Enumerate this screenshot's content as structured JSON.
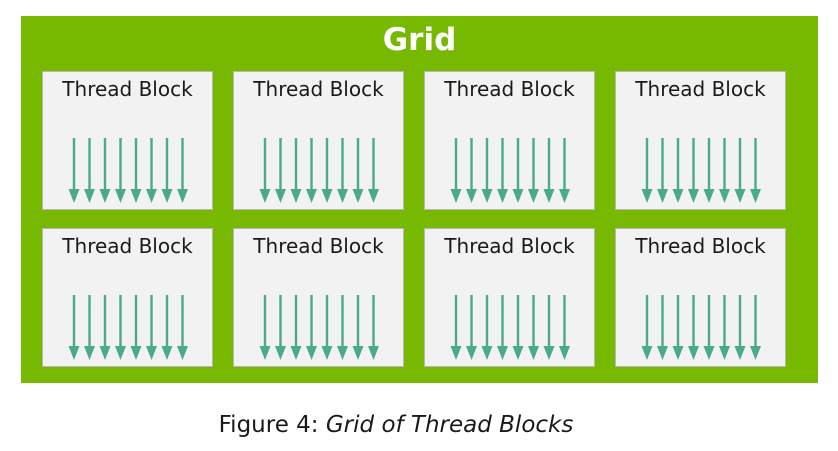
{
  "grid": {
    "title": "Grid",
    "background_color": "#76b900",
    "thread_color": "#4aaa8a",
    "threads_per_block": 8,
    "blocks": [
      {
        "label": "Thread Block"
      },
      {
        "label": "Thread Block"
      },
      {
        "label": "Thread Block"
      },
      {
        "label": "Thread Block"
      },
      {
        "label": "Thread Block"
      },
      {
        "label": "Thread Block"
      },
      {
        "label": "Thread Block"
      },
      {
        "label": "Thread Block"
      }
    ]
  },
  "caption": {
    "prefix": "Figure 4: ",
    "title": "Grid of Thread Blocks"
  }
}
